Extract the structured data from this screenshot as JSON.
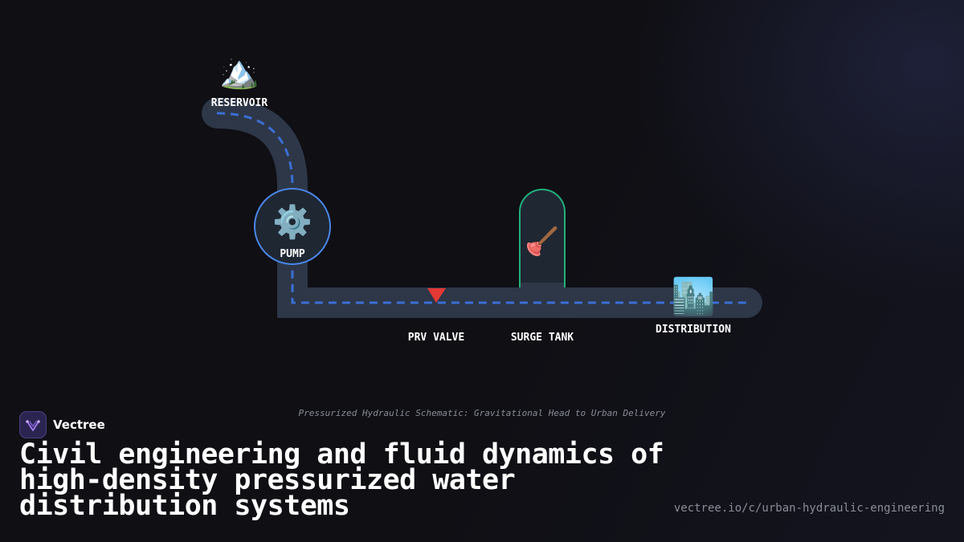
{
  "nodes": {
    "reservoir": {
      "icon": "🏔️",
      "icon_name": "mountain-icon",
      "label": "RESERVOIR"
    },
    "pump": {
      "icon": "⚙️",
      "icon_name": "gear-icon",
      "label": "PUMP"
    },
    "prv_valve": {
      "icon_name": "valve-triangle-icon",
      "label": "PRV VALVE"
    },
    "surge_tank": {
      "icon": "🪠",
      "icon_name": "plunger-icon",
      "label": "SURGE TANK"
    },
    "distribution": {
      "icon": "🏙️",
      "icon_name": "city-icon",
      "label": "DISTRIBUTION"
    }
  },
  "caption": "Pressurized Hydraulic Schematic: Gravitational Head to Urban Delivery",
  "brand": {
    "name": "Vectree"
  },
  "headline": "Civil engineering and fluid dynamics of high-density pressurized water distribution systems",
  "url": "vectree.io/c/urban-hydraulic-engineering",
  "colors": {
    "background": "#0f0f14",
    "pipe": "#2d3748",
    "flow_line": "#3b6fd4",
    "pump_border": "#4a86e8",
    "surge_tank_border": "#22b07d",
    "valve": "#e53935"
  }
}
